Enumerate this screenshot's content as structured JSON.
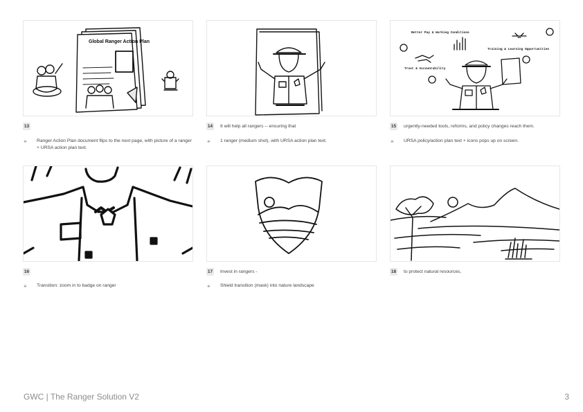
{
  "panels": [
    {
      "number": "13",
      "dialogue": "",
      "note": "Ranger Action Plan document flips to the next page, with picture of a ranger + URSA action plan text.",
      "doc_title": "Global Ranger Action Plan"
    },
    {
      "number": "14",
      "dialogue": "It will help all rangers -- ensuring that",
      "note": "1 ranger (medium shot), with URSA action plan text."
    },
    {
      "number": "15",
      "dialogue": "urgently-needed tools, reforms, and policy changes reach them.",
      "note": "URSA policy/action plan text + icons pops up on screen.",
      "labels": {
        "pay": "Better Pay & Working Conditions",
        "training": "Training & Learning Opportunities",
        "trust": "Trust & Accountability"
      }
    },
    {
      "number": "16",
      "dialogue": "",
      "note": "Transition: zoom in to badge on ranger"
    },
    {
      "number": "17",
      "dialogue": "Invest in rangers -",
      "note": "Shield transition (mask) into nature landscape"
    },
    {
      "number": "18",
      "dialogue": "to protect natural resources,",
      "note": ""
    }
  ],
  "note_icon": "action-figure-icon",
  "footer": {
    "title": "GWC | The Ranger Solution V2",
    "page": "3"
  }
}
